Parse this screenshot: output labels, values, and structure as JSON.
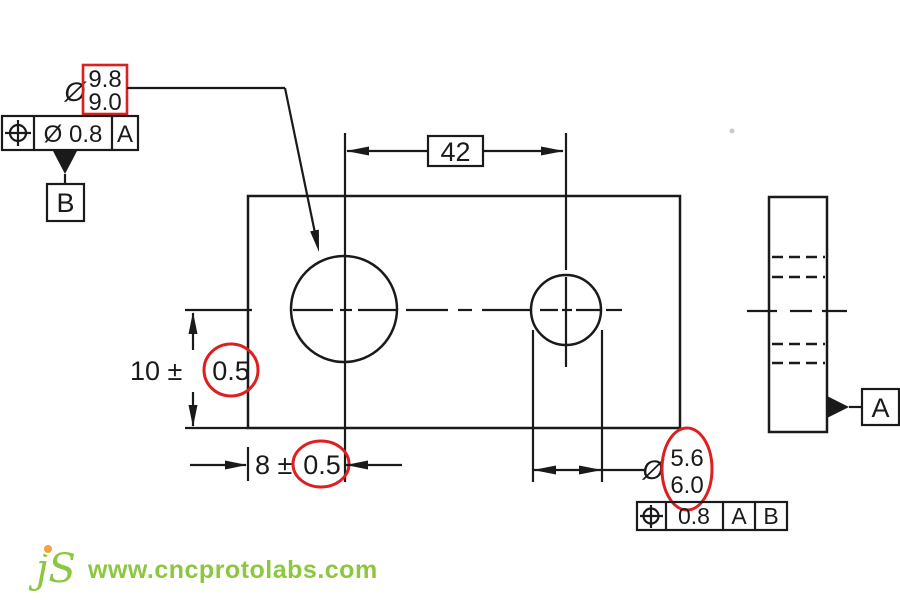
{
  "colors": {
    "ink": "#1a1a1a",
    "highlight_red": "#dd1f1f",
    "logo_green": "#8dc63f",
    "logo_dot_orange": "#f2a33c",
    "background": "#ffffff"
  },
  "callout_large_hole": {
    "dia": "Ø",
    "upper": "9.8",
    "lower": "9.0"
  },
  "fcf_b": {
    "tol": "Ø 0.8",
    "datum1": "A"
  },
  "datum_b_label": "B",
  "dim_width": {
    "value": "42"
  },
  "dim_height": {
    "prefix": "10 ±",
    "tol": "0.5"
  },
  "dim_offset": {
    "prefix": "8 ±",
    "tol": "0.5"
  },
  "callout_small_hole": {
    "dia": "Ø",
    "upper": "5.6",
    "lower": "6.0"
  },
  "fcf_ab": {
    "tol": "0.8",
    "datum1": "A",
    "datum2": "B"
  },
  "datum_a_label": "A",
  "footer": {
    "logo": "jS",
    "website": "www.cncprotolabs.com"
  }
}
